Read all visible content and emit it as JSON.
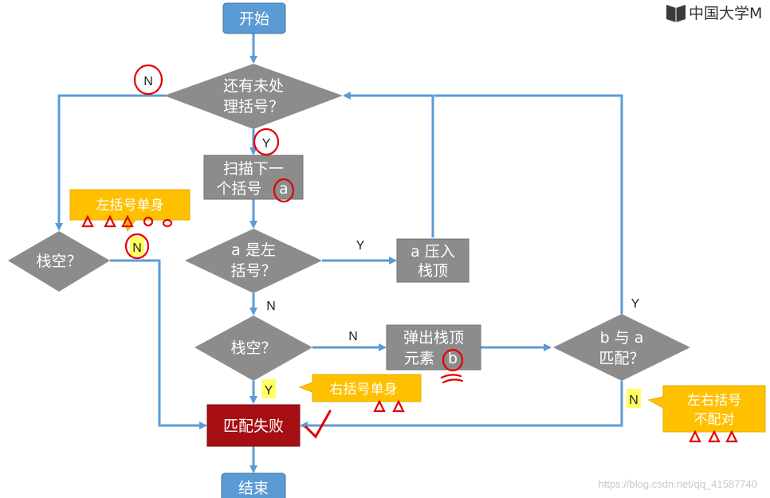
{
  "logo": {
    "text": "中国大学M"
  },
  "nodes": {
    "start": "开始",
    "has_unprocessed": [
      "还有未处",
      "理括号？"
    ],
    "scan_next": [
      "扫描下一",
      "个括号"
    ],
    "scan_var": "a",
    "is_left": [
      "a 是左",
      "括号？"
    ],
    "push": [
      "a 压入",
      "栈顶"
    ],
    "stack_empty_left": "栈空？",
    "stack_empty_mid": "栈空？",
    "pop": [
      "弹出栈顶",
      "元素"
    ],
    "pop_var": "b",
    "match": [
      "b 与 a",
      "匹配？"
    ],
    "fail": "匹配失败",
    "end": "结束"
  },
  "edge_labels": {
    "top_n": "N",
    "top_y": "Y",
    "left_stack_n": "N",
    "is_left_y": "Y",
    "is_left_n": "N",
    "mid_stack_n": "N",
    "mid_stack_y": "Y",
    "match_y": "Y",
    "match_n": "N"
  },
  "callouts": {
    "left_single": "左括号单身",
    "right_single": "右括号单身",
    "no_pair": [
      "左右括号",
      "不配对"
    ]
  },
  "watermark": "https://blog.csdn.net/qq_41587740",
  "colors": {
    "terminal": "#5b9bd5",
    "process": "#8c8c8c",
    "fail": "#a50f14",
    "callout": "#ffc000",
    "arrow": "#5b9bd5",
    "annotation": "#e30000"
  }
}
